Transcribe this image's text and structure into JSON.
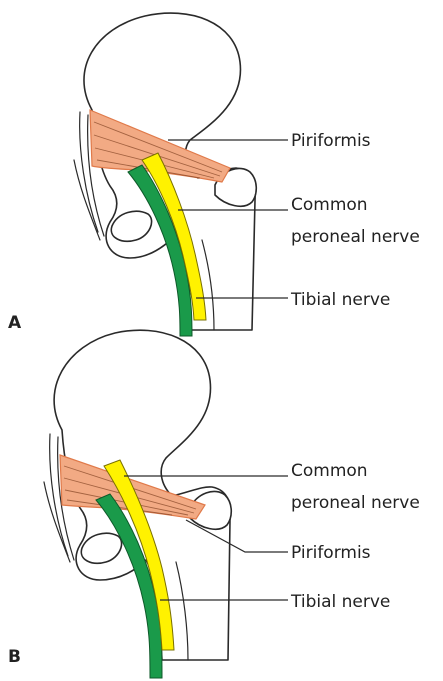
{
  "panels": [
    {
      "letter": "A",
      "labels": {
        "piriformis": "Piriformis",
        "common_peroneal_line1": "Common",
        "common_peroneal_line2": "peroneal nerve",
        "tibial": "Tibial nerve"
      }
    },
    {
      "letter": "B",
      "labels": {
        "common_peroneal_line1": "Common",
        "common_peroneal_line2": "peroneal nerve",
        "piriformis": "Piriformis",
        "tibial": "Tibial nerve"
      }
    }
  ],
  "colors": {
    "muscle": "#f2aa84",
    "muscle_edge": "#e07a4a",
    "tibial_nerve": "#1a9a4a",
    "common_peroneal_nerve": "#fff200",
    "outline": "#2a2a2a"
  }
}
